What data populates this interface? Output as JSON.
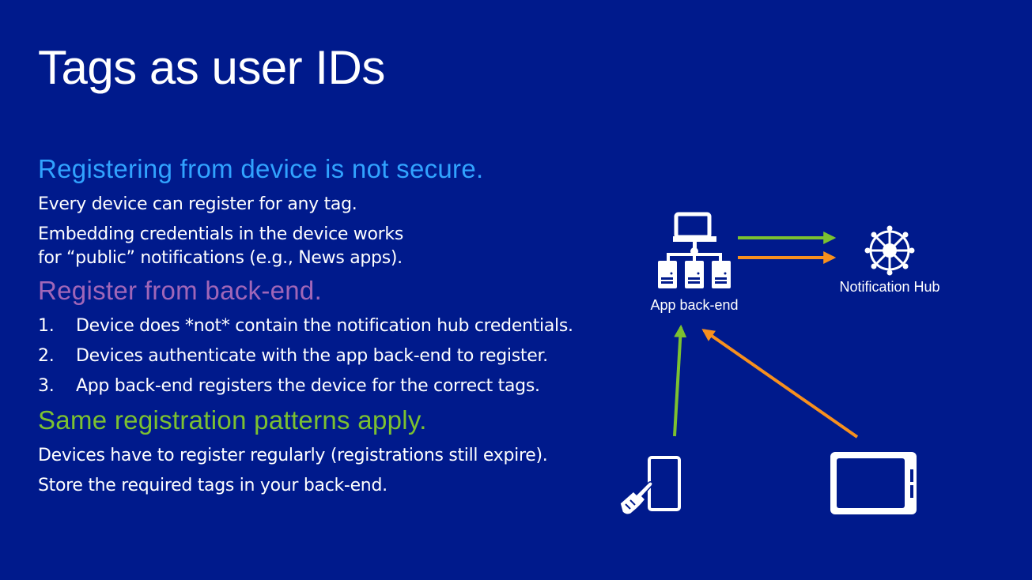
{
  "slide": {
    "title": "Tags as user IDs"
  },
  "sections": {
    "device_registration": {
      "heading": "Registering from device is not secure.",
      "lines": [
        "Every device can register for any tag.",
        "Embedding credentials in the device works",
        "for “public” notifications (e.g., News apps)."
      ]
    },
    "backend_registration": {
      "heading": "Register from back-end.",
      "steps": [
        {
          "number": "1.",
          "text": "Device does *not* contain the notification hub credentials."
        },
        {
          "number": "2.",
          "text": "Devices authenticate with the app back-end to register."
        },
        {
          "number": "3.",
          "text": "App back-end registers the device for the correct tags."
        }
      ]
    },
    "patterns": {
      "heading": "Same registration patterns apply.",
      "lines": [
        "Devices have to register regularly (registrations still expire).",
        "Store the required tags in your back-end."
      ]
    }
  },
  "diagram": {
    "app_backend_label": "App back-end",
    "notification_hub_label": "Notification Hub",
    "colors": {
      "green_flow": "#7cc130",
      "orange_flow": "#f7901e",
      "background": "#001a8c"
    }
  }
}
